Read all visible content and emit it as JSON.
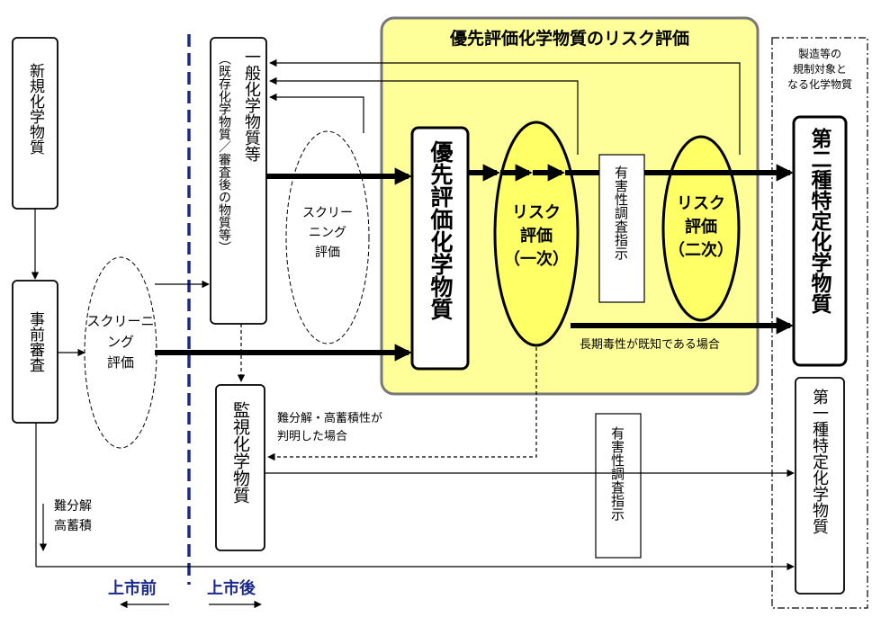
{
  "title": "優先評価化学物質のリスク評価",
  "regulated_label": "製造等の\n規制対象と\nなる化学物質",
  "new_substance": "新規化学物質",
  "pre_review": "事前審査",
  "screening_left": "スクリーニング\n評価",
  "general_substance": "一般化学物質等",
  "general_note": "（既存化学物質／審査後の物質等）",
  "screening_mid": "スクリー\nニング\n評価",
  "priority_substance": "優先評価化学物質",
  "risk_primary": "リスク\n評価\n（一次）",
  "hazard_order_top": "有害性調査指示",
  "risk_secondary": "リスク\n評価\n（二次）",
  "class2": "第二種特定化学物質",
  "class1": "第一種特定化学物質",
  "long_term_note": "長期毒性が既知である場合",
  "monitoring": "監視化学物質",
  "persist_note": "難分解・高蓄積性が\n判明した場合",
  "hazard_order_bottom": "有害性調査指示",
  "persist_left": "難分解\n高蓄積",
  "before_market": "上市前",
  "after_market": "上市後",
  "colors": {
    "yellow": "#ffff66",
    "panel": "#ffff99",
    "navy": "#1a2a8c"
  }
}
